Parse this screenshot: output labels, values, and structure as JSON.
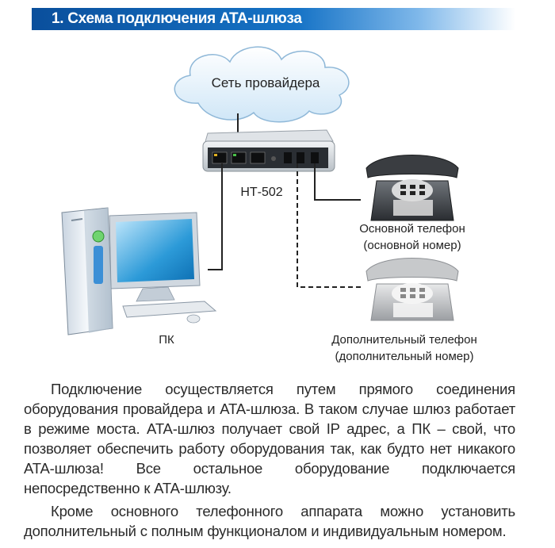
{
  "header": {
    "title": "1. Схема подключения ATA-шлюза"
  },
  "diagram": {
    "cloud_label": "Сеть провайдера",
    "gateway_label": "НТ-502",
    "pc_label": "ПК",
    "main_phone_label_line1": "Основной телефон",
    "main_phone_label_line2": "(основной номер)",
    "extra_phone_label_line1": "Дополнительный телефон",
    "extra_phone_label_line2": "(дополнительный номер)"
  },
  "body": {
    "paragraph1": "Подключение осуществляется путем прямого соединения оборудования провайдера и ATA-шлюза. В таком случае шлюз работает в режиме моста. ATA-шлюз получает свой IP адрес, а ПК – свой, что позволяет обеспечить работу оборудования так, как будто нет никакого ATA-шлюза! Все остальное оборудование подключается непосредственно к ATA-шлюзу.",
    "paragraph2": "Кроме основного телефонного аппарата можно установить дополнительный с полным функционалом и индивидуальным номером."
  }
}
